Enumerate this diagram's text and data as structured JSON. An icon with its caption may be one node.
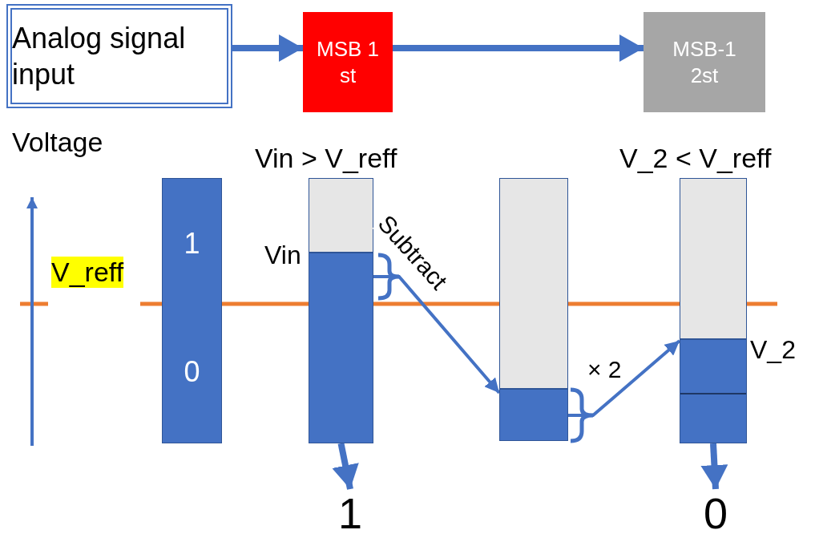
{
  "diagram": {
    "nodes": [
      {
        "text": [
          "Analog signal input"
        ]
      },
      {
        "text": [
          "MSB 1 st"
        ]
      },
      {
        "text": [
          "MSB-1 2st"
        ]
      },
      {
        "text": [
          "1",
          "0"
        ]
      },
      {
        "text": [],
        "shape": "bar",
        "beside": [
          "Vin > V_reff",
          "Vin"
        ]
      },
      {
        "text": [],
        "shape": "bar"
      },
      {
        "text": [],
        "shape": "bar",
        "beside": [
          "V_2 < V_reff",
          "V_2"
        ]
      },
      {
        "text": [
          "1"
        ]
      },
      {
        "text": [
          "0"
        ]
      }
    ],
    "edges": [
      {
        "from": 0,
        "to": 1,
        "arrow": "to"
      },
      {
        "from": 1,
        "to": 2,
        "arrow": "to"
      },
      {
        "from": 4,
        "to": 5,
        "arrow": "to",
        "label": "Subtract"
      },
      {
        "from": 5,
        "to": 6,
        "arrow": "to",
        "label": "× 2"
      },
      {
        "from": 4,
        "to": 7,
        "arrow": "to"
      },
      {
        "from": 6,
        "to": 8,
        "arrow": "to"
      }
    ],
    "labels": [
      "Voltage",
      "V_reff"
    ]
  }
}
